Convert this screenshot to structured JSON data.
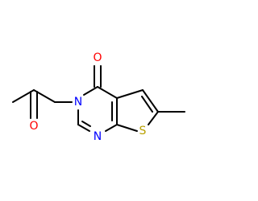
{
  "molecule": {
    "atoms": {
      "carbonyl_oxygen_ring": "O",
      "carbonyl_oxygen_side": "O",
      "ring_nitrogen_substituted": "N",
      "ring_nitrogen_imine": "N",
      "sulfur": "S"
    }
  },
  "colors": {
    "oxygen": "#ff0000",
    "nitrogen": "#0000ff",
    "sulfur": "#b8a000",
    "bond": "#000000"
  }
}
